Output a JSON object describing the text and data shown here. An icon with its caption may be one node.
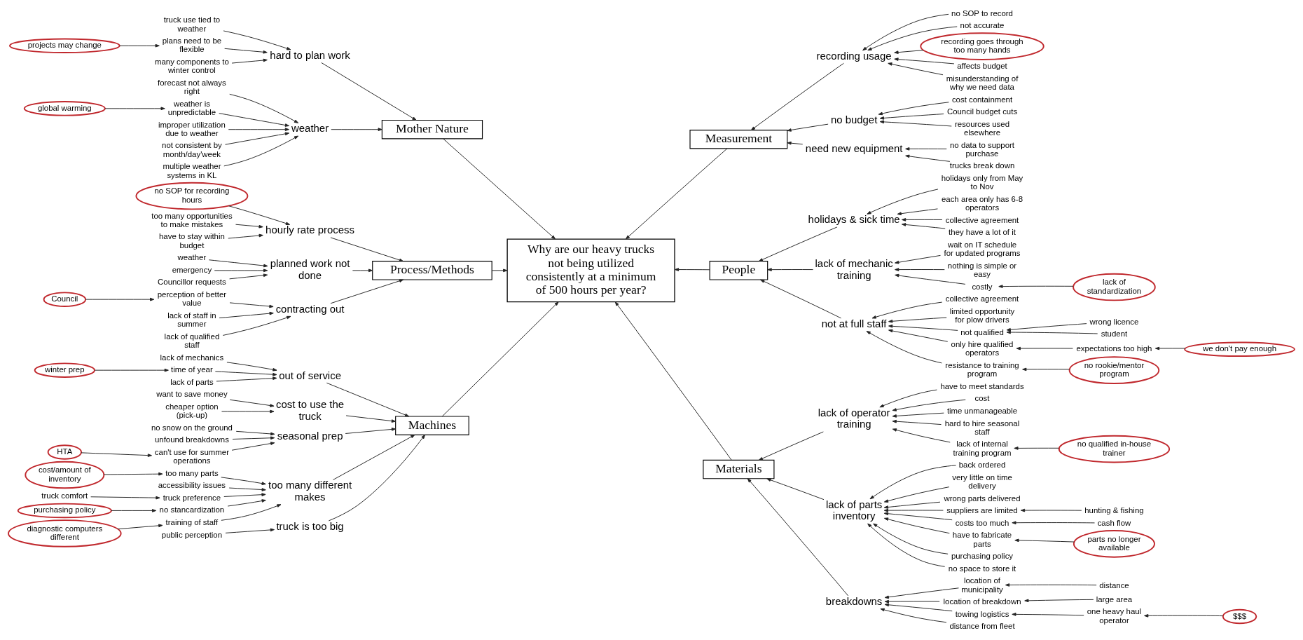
{
  "diagram": {
    "nodes": [
      {
        "text": [
          "Why are our heavy trucks not being utilized consistently at a minimum of 500 hours per year?"
        ]
      },
      {
        "text": [
          "Mother Nature"
        ]
      },
      {
        "text": [
          "Process/Methods"
        ]
      },
      {
        "text": [
          "Machines"
        ]
      },
      {
        "text": [
          "Measurement"
        ]
      },
      {
        "text": [
          "People"
        ]
      },
      {
        "text": [
          "Materials"
        ]
      },
      {
        "text": [
          "hard to plan work"
        ]
      },
      {
        "text": [
          "truck use tied to weather"
        ]
      },
      {
        "text": [
          "plans need to be flexible"
        ]
      },
      {
        "text": [
          "projects may change"
        ]
      },
      {
        "text": [
          "many components to winter control"
        ]
      },
      {
        "text": [
          "weather"
        ]
      },
      {
        "text": [
          "forecast not always right"
        ]
      },
      {
        "text": [
          "weather is unpredictable"
        ]
      },
      {
        "text": [
          "global warming"
        ]
      },
      {
        "text": [
          "improper utilization due to weather"
        ]
      },
      {
        "text": [
          "not consistent by month/day'week"
        ]
      },
      {
        "text": [
          "multiple weather systems in KL"
        ]
      },
      {
        "text": [
          "hourly rate process"
        ]
      },
      {
        "text": [
          "no SOP for recording hours"
        ]
      },
      {
        "text": [
          "too many opportunities to make mistakes"
        ]
      },
      {
        "text": [
          "have to stay within budget"
        ]
      },
      {
        "text": [
          "planned work not done"
        ]
      },
      {
        "text": [
          "weather"
        ]
      },
      {
        "text": [
          "emergency"
        ]
      },
      {
        "text": [
          "Councillor requests"
        ]
      },
      {
        "text": [
          "contracting out"
        ]
      },
      {
        "text": [
          "perception of better value"
        ]
      },
      {
        "text": [
          "Council"
        ]
      },
      {
        "text": [
          "lack of staff in summer"
        ]
      },
      {
        "text": [
          "lack of qualified staff"
        ]
      },
      {
        "text": [
          "out of service"
        ]
      },
      {
        "text": [
          "lack of mechanics"
        ]
      },
      {
        "text": [
          "time of year"
        ]
      },
      {
        "text": [
          "winter prep"
        ]
      },
      {
        "text": [
          "lack of parts"
        ]
      },
      {
        "text": [
          "cost to use the truck"
        ]
      },
      {
        "text": [
          "want to save money"
        ]
      },
      {
        "text": [
          "cheaper option (pick-up)"
        ]
      },
      {
        "text": [
          "seasonal prep"
        ]
      },
      {
        "text": [
          "no snow on the ground"
        ]
      },
      {
        "text": [
          "unfound breakdowns"
        ]
      },
      {
        "text": [
          "can't use for summer operations"
        ]
      },
      {
        "text": [
          "HTA"
        ]
      },
      {
        "text": [
          "too many different makes"
        ]
      },
      {
        "text": [
          "cost/amount of inventory"
        ]
      },
      {
        "text": [
          "too many parts"
        ]
      },
      {
        "text": [
          "accessibility issues"
        ]
      },
      {
        "text": [
          "truck preference"
        ]
      },
      {
        "text": [
          "truck comfort"
        ]
      },
      {
        "text": [
          "no stancardization"
        ]
      },
      {
        "text": [
          "purchasing policy"
        ]
      },
      {
        "text": [
          "training of staff"
        ]
      },
      {
        "text": [
          "diagnostic computers different"
        ]
      },
      {
        "text": [
          "truck is too big"
        ]
      },
      {
        "text": [
          "public perception"
        ]
      },
      {
        "text": [
          "recording usage"
        ]
      },
      {
        "text": [
          "no SOP to record"
        ]
      },
      {
        "text": [
          "not accurate"
        ]
      },
      {
        "text": [
          "recording goes through too many hands"
        ]
      },
      {
        "text": [
          "affects budget"
        ]
      },
      {
        "text": [
          "misunderstanding of why we need data"
        ]
      },
      {
        "text": [
          "no budget"
        ]
      },
      {
        "text": [
          "cost containment"
        ]
      },
      {
        "text": [
          "Council budget cuts"
        ]
      },
      {
        "text": [
          "resources used elsewhere"
        ]
      },
      {
        "text": [
          "need new equipment"
        ]
      },
      {
        "text": [
          "no data to support purchase"
        ]
      },
      {
        "text": [
          "trucks break down"
        ]
      },
      {
        "text": [
          "holidays & sick time"
        ]
      },
      {
        "text": [
          "holidays only from May to Nov"
        ]
      },
      {
        "text": [
          "each area only has 6-8 operators"
        ]
      },
      {
        "text": [
          "collective agreement"
        ]
      },
      {
        "text": [
          "they have a lot of it"
        ]
      },
      {
        "text": [
          "lack of mechanic training"
        ]
      },
      {
        "text": [
          "wait on IT schedule for updated programs"
        ]
      },
      {
        "text": [
          "nothing is simple or easy"
        ]
      },
      {
        "text": [
          "costly"
        ]
      },
      {
        "text": [
          "lack of standardization"
        ]
      },
      {
        "text": [
          "not at full staff"
        ]
      },
      {
        "text": [
          "collective agreement"
        ]
      },
      {
        "text": [
          "limited opportunity for plow drivers"
        ]
      },
      {
        "text": [
          "not qualified"
        ]
      },
      {
        "text": [
          "wrong licence"
        ]
      },
      {
        "text": [
          "student"
        ]
      },
      {
        "text": [
          "only hire qualified operators"
        ]
      },
      {
        "text": [
          "expectations too high"
        ]
      },
      {
        "text": [
          "we don't pay enough"
        ]
      },
      {
        "text": [
          "resistance to training program"
        ]
      },
      {
        "text": [
          "no rookie/mentor program"
        ]
      },
      {
        "text": [
          "lack of operator training"
        ]
      },
      {
        "text": [
          "have to meet standards"
        ]
      },
      {
        "text": [
          "cost"
        ]
      },
      {
        "text": [
          "time unmanageable"
        ]
      },
      {
        "text": [
          "hard to hire seasonal staff"
        ]
      },
      {
        "text": [
          "lack of internal training program"
        ]
      },
      {
        "text": [
          "no qualified in-house trainer"
        ]
      },
      {
        "text": [
          "lack of parts inventory"
        ]
      },
      {
        "text": [
          "back ordered"
        ]
      },
      {
        "text": [
          "very little on time delivery"
        ]
      },
      {
        "text": [
          "wrong parts delivered"
        ]
      },
      {
        "text": [
          "suppliers are limited"
        ]
      },
      {
        "text": [
          "hunting & fishing"
        ]
      },
      {
        "text": [
          "costs too much"
        ]
      },
      {
        "text": [
          "cash flow"
        ]
      },
      {
        "text": [
          "have to fabricate parts"
        ]
      },
      {
        "text": [
          "parts no longer available"
        ]
      },
      {
        "text": [
          "purchasing policy"
        ]
      },
      {
        "text": [
          "no space to store it"
        ]
      },
      {
        "text": [
          "breakdowns"
        ]
      },
      {
        "text": [
          "distance"
        ]
      },
      {
        "text": [
          "location of municipality"
        ]
      },
      {
        "text": [
          "large area"
        ]
      },
      {
        "text": [
          "location of breakdown"
        ]
      },
      {
        "text": [
          "towing logistics"
        ]
      },
      {
        "text": [
          "one heavy haul operator"
        ]
      },
      {
        "text": [
          "$$$"
        ]
      },
      {
        "text": [
          "distance from fleet"
        ]
      }
    ],
    "edges": [
      {
        "from": 1,
        "to": 0,
        "arrow": "to"
      },
      {
        "from": 2,
        "to": 0,
        "arrow": "to"
      },
      {
        "from": 3,
        "to": 0,
        "arrow": "to"
      },
      {
        "from": 4,
        "to": 0,
        "arrow": "to"
      },
      {
        "from": 5,
        "to": 0,
        "arrow": "to"
      },
      {
        "from": 6,
        "to": 0,
        "arrow": "to"
      },
      {
        "from": 7,
        "to": 1,
        "arrow": "to"
      },
      {
        "from": 8,
        "to": 7,
        "arrow": "to"
      },
      {
        "from": 9,
        "to": 7,
        "arrow": "to"
      },
      {
        "from": 10,
        "to": 9,
        "arrow": "to"
      },
      {
        "from": 11,
        "to": 7,
        "arrow": "to"
      },
      {
        "from": 12,
        "to": 1,
        "arrow": "to"
      },
      {
        "from": 13,
        "to": 12,
        "arrow": "to"
      },
      {
        "from": 14,
        "to": 12,
        "arrow": "to"
      },
      {
        "from": 15,
        "to": 14,
        "arrow": "to"
      },
      {
        "from": 16,
        "to": 12,
        "arrow": "to"
      },
      {
        "from": 17,
        "to": 12,
        "arrow": "to"
      },
      {
        "from": 18,
        "to": 12,
        "arrow": "to"
      },
      {
        "from": 19,
        "to": 2,
        "arrow": "to"
      },
      {
        "from": 20,
        "to": 19,
        "arrow": "to"
      },
      {
        "from": 21,
        "to": 19,
        "arrow": "to"
      },
      {
        "from": 22,
        "to": 19,
        "arrow": "to"
      },
      {
        "from": 23,
        "to": 2,
        "arrow": "to"
      },
      {
        "from": 24,
        "to": 23,
        "arrow": "to"
      },
      {
        "from": 25,
        "to": 23,
        "arrow": "to"
      },
      {
        "from": 26,
        "to": 23,
        "arrow": "to"
      },
      {
        "from": 27,
        "to": 2,
        "arrow": "to"
      },
      {
        "from": 28,
        "to": 27,
        "arrow": "to"
      },
      {
        "from": 29,
        "to": 28,
        "arrow": "to"
      },
      {
        "from": 30,
        "to": 27,
        "arrow": "to"
      },
      {
        "from": 31,
        "to": 27,
        "arrow": "to"
      },
      {
        "from": 32,
        "to": 3,
        "arrow": "to"
      },
      {
        "from": 33,
        "to": 32,
        "arrow": "to"
      },
      {
        "from": 34,
        "to": 32,
        "arrow": "to"
      },
      {
        "from": 35,
        "to": 34,
        "arrow": "to"
      },
      {
        "from": 36,
        "to": 32,
        "arrow": "to"
      },
      {
        "from": 37,
        "to": 3,
        "arrow": "to"
      },
      {
        "from": 38,
        "to": 37,
        "arrow": "to"
      },
      {
        "from": 39,
        "to": 37,
        "arrow": "to"
      },
      {
        "from": 40,
        "to": 3,
        "arrow": "to"
      },
      {
        "from": 41,
        "to": 40,
        "arrow": "to"
      },
      {
        "from": 42,
        "to": 40,
        "arrow": "to"
      },
      {
        "from": 43,
        "to": 40,
        "arrow": "to"
      },
      {
        "from": 44,
        "to": 43,
        "arrow": "to"
      },
      {
        "from": 45,
        "to": 3,
        "arrow": "to"
      },
      {
        "from": 46,
        "to": 47,
        "arrow": "to"
      },
      {
        "from": 47,
        "to": 45,
        "arrow": "to"
      },
      {
        "from": 48,
        "to": 45,
        "arrow": "to"
      },
      {
        "from": 49,
        "to": 45,
        "arrow": "to"
      },
      {
        "from": 50,
        "to": 49,
        "arrow": "to"
      },
      {
        "from": 51,
        "to": 45,
        "arrow": "to"
      },
      {
        "from": 52,
        "to": 51,
        "arrow": "to"
      },
      {
        "from": 53,
        "to": 45,
        "arrow": "to"
      },
      {
        "from": 54,
        "to": 53,
        "arrow": "to"
      },
      {
        "from": 55,
        "to": 3,
        "arrow": "to"
      },
      {
        "from": 56,
        "to": 55,
        "arrow": "to"
      },
      {
        "from": 57,
        "to": 4,
        "arrow": "to"
      },
      {
        "from": 58,
        "to": 57,
        "arrow": "to"
      },
      {
        "from": 59,
        "to": 57,
        "arrow": "to"
      },
      {
        "from": 60,
        "to": 57,
        "arrow": "to"
      },
      {
        "from": 61,
        "to": 57,
        "arrow": "to"
      },
      {
        "from": 62,
        "to": 57,
        "arrow": "to"
      },
      {
        "from": 63,
        "to": 4,
        "arrow": "to"
      },
      {
        "from": 64,
        "to": 63,
        "arrow": "to"
      },
      {
        "from": 65,
        "to": 63,
        "arrow": "to"
      },
      {
        "from": 66,
        "to": 63,
        "arrow": "to"
      },
      {
        "from": 67,
        "to": 4,
        "arrow": "to"
      },
      {
        "from": 68,
        "to": 67,
        "arrow": "to"
      },
      {
        "from": 69,
        "to": 67,
        "arrow": "to"
      },
      {
        "from": 70,
        "to": 5,
        "arrow": "to"
      },
      {
        "from": 71,
        "to": 70,
        "arrow": "to"
      },
      {
        "from": 72,
        "to": 70,
        "arrow": "to"
      },
      {
        "from": 73,
        "to": 70,
        "arrow": "to"
      },
      {
        "from": 74,
        "to": 70,
        "arrow": "to"
      },
      {
        "from": 75,
        "to": 5,
        "arrow": "to"
      },
      {
        "from": 76,
        "to": 75,
        "arrow": "to"
      },
      {
        "from": 77,
        "to": 75,
        "arrow": "to"
      },
      {
        "from": 78,
        "to": 75,
        "arrow": "to"
      },
      {
        "from": 79,
        "to": 78,
        "arrow": "to"
      },
      {
        "from": 80,
        "to": 5,
        "arrow": "to"
      },
      {
        "from": 81,
        "to": 80,
        "arrow": "to"
      },
      {
        "from": 82,
        "to": 80,
        "arrow": "to"
      },
      {
        "from": 83,
        "to": 80,
        "arrow": "to"
      },
      {
        "from": 84,
        "to": 83,
        "arrow": "to"
      },
      {
        "from": 85,
        "to": 83,
        "arrow": "to"
      },
      {
        "from": 86,
        "to": 80,
        "arrow": "to"
      },
      {
        "from": 87,
        "to": 86,
        "arrow": "to"
      },
      {
        "from": 88,
        "to": 87,
        "arrow": "to"
      },
      {
        "from": 89,
        "to": 80,
        "arrow": "to"
      },
      {
        "from": 90,
        "to": 89,
        "arrow": "to"
      },
      {
        "from": 91,
        "to": 6,
        "arrow": "to"
      },
      {
        "from": 92,
        "to": 91,
        "arrow": "to"
      },
      {
        "from": 93,
        "to": 91,
        "arrow": "to"
      },
      {
        "from": 94,
        "to": 91,
        "arrow": "to"
      },
      {
        "from": 95,
        "to": 91,
        "arrow": "to"
      },
      {
        "from": 96,
        "to": 91,
        "arrow": "to"
      },
      {
        "from": 97,
        "to": 96,
        "arrow": "to"
      },
      {
        "from": 98,
        "to": 6,
        "arrow": "to"
      },
      {
        "from": 99,
        "to": 98,
        "arrow": "to"
      },
      {
        "from": 100,
        "to": 98,
        "arrow": "to"
      },
      {
        "from": 101,
        "to": 98,
        "arrow": "to"
      },
      {
        "from": 102,
        "to": 98,
        "arrow": "to"
      },
      {
        "from": 103,
        "to": 102,
        "arrow": "to"
      },
      {
        "from": 104,
        "to": 98,
        "arrow": "to"
      },
      {
        "from": 105,
        "to": 104,
        "arrow": "to"
      },
      {
        "from": 106,
        "to": 98,
        "arrow": "to"
      },
      {
        "from": 107,
        "to": 106,
        "arrow": "to"
      },
      {
        "from": 108,
        "to": 98,
        "arrow": "to"
      },
      {
        "from": 109,
        "to": 98,
        "arrow": "to"
      },
      {
        "from": 110,
        "to": 6,
        "arrow": "to"
      },
      {
        "from": 111,
        "to": 112,
        "arrow": "to"
      },
      {
        "from": 112,
        "to": 110,
        "arrow": "to"
      },
      {
        "from": 113,
        "to": 114,
        "arrow": "to"
      },
      {
        "from": 114,
        "to": 110,
        "arrow": "to"
      },
      {
        "from": 115,
        "to": 110,
        "arrow": "to"
      },
      {
        "from": 116,
        "to": 115,
        "arrow": "to"
      },
      {
        "from": 117,
        "to": 116,
        "arrow": "to"
      },
      {
        "from": 118,
        "to": 110,
        "arrow": "to"
      }
    ]
  }
}
